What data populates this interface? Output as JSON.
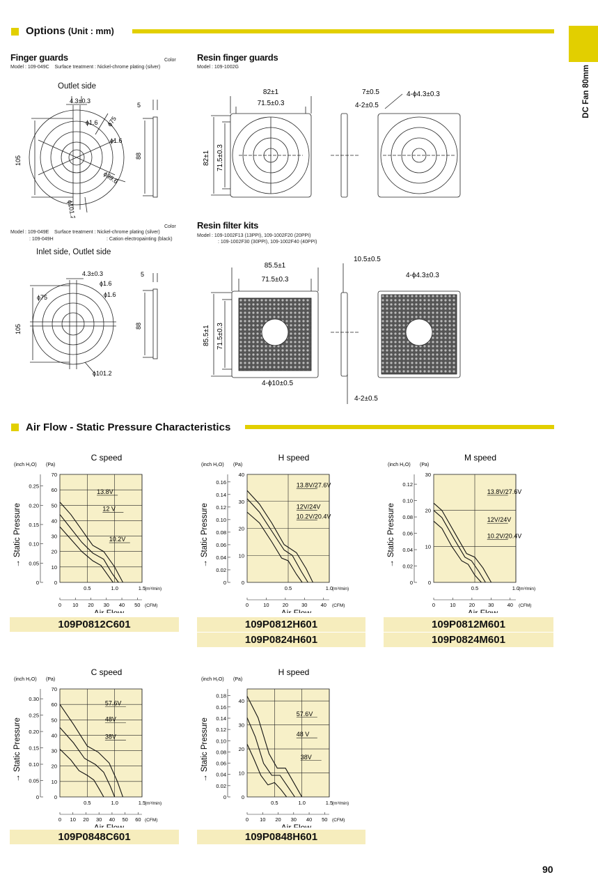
{
  "side_tab": "DC Fan 80mm",
  "page_number": "90",
  "options": {
    "title": "Options",
    "unit": "(Unit : mm)",
    "finger_guards": {
      "title": "Finger guards",
      "color_label": "Color",
      "model1": "Model : 109-049C",
      "surface1": "Surface treatment : Nickel-chrome plating (silver)",
      "outlet_label": "Outlet side",
      "model2a": "Model : 109-049E",
      "model2b": ": 109-049H",
      "surface2a": "Surface treatment : Nickel-chrome plating (silver)",
      "surface2b": ": Cation electropainting (black)",
      "color_label2": "Color",
      "inlet_label": "Inlet side, Outlet side",
      "dims": {
        "d43": "4.3±0.3",
        "d5": "5",
        "d105": "105",
        "d88": "88",
        "phi16": "ϕ1.6",
        "phi75": "ϕ75",
        "phi396": "ϕ39.6",
        "phi1012": "ϕ101.2"
      }
    },
    "resin_finger_guards": {
      "title": "Resin finger guards",
      "model": "Model : 109-1002G",
      "dims": {
        "d82": "82±1",
        "d715": "71.5±0.3",
        "d7": "7±0.5",
        "d42": "4-2±0.5",
        "hole": "4-ϕ4.3±0.3"
      }
    },
    "resin_filter_kits": {
      "title": "Resin filter kits",
      "model_line1": "Model : 109-1002F13 (13PPI),   109-1002F20 (20PPI)",
      "model_line2": ": 109-1002F30 (30PPI),   109-1002F40 (40PPI)",
      "dims": {
        "d855": "85.5±1",
        "d715": "71.5±0.3",
        "d105": "10.5±0.5",
        "hole": "4-ϕ4.3±0.3",
        "hole10": "4-ϕ10±0.5",
        "d42": "4-2±0.5"
      }
    }
  },
  "airflow": {
    "title": "Air Flow - Static Pressure Characteristics",
    "axis_y": "→ Static Pressure",
    "axis_x": "→ Air Flow",
    "unit_inch": "(inch H₂O)",
    "unit_pa": "(Pa)",
    "unit_m3": "(m³/min)",
    "unit_cfm": "(CFM)",
    "models": {
      "c12": "109P0812C601",
      "h12": "109P0812H601",
      "h24": "109P0824H601",
      "m12": "109P0812M601",
      "m24": "109P0824M601",
      "c48": "109P0848C601",
      "h48": "109P0848H601"
    }
  },
  "chart_data": [
    {
      "type": "line",
      "title": "C speed",
      "xlabel": "→ Air Flow",
      "ylabel": "→ Static Pressure",
      "xlim": [
        0,
        1.5
      ],
      "ylim": [
        0,
        70
      ],
      "y_ticks_pa": [
        0,
        10,
        20,
        30,
        40,
        50,
        60,
        70
      ],
      "y_ticks_inch": [
        "0",
        "0.05",
        "0.10",
        "0.15",
        "0.20",
        "0.25"
      ],
      "x_ticks_m3": [
        "0.5",
        "1.0",
        "1.5"
      ],
      "x_ticks_cfm": [
        "0",
        "10",
        "20",
        "30",
        "40",
        "50"
      ],
      "series": [
        {
          "name": "13.8V",
          "x": [
            0,
            0.2,
            0.4,
            0.6,
            0.8,
            1.0,
            1.15
          ],
          "y": [
            52,
            44,
            34,
            24,
            20,
            10,
            0
          ]
        },
        {
          "name": "12 V",
          "x": [
            0,
            0.2,
            0.4,
            0.6,
            0.8,
            0.95,
            1.07
          ],
          "y": [
            44,
            35,
            26,
            19,
            15,
            6,
            0
          ]
        },
        {
          "name": "10.2V",
          "x": [
            0,
            0.2,
            0.4,
            0.6,
            0.75,
            0.87,
            0.97
          ],
          "y": [
            36,
            28,
            20,
            14,
            11,
            5,
            0
          ]
        }
      ]
    },
    {
      "type": "line",
      "title": "H speed",
      "xlabel": "→ Air Flow",
      "ylabel": "→ Static Pressure",
      "xlim": [
        0,
        1.0
      ],
      "ylim": [
        0,
        40
      ],
      "y_ticks_pa": [
        0,
        10,
        20,
        30,
        40
      ],
      "y_ticks_inch": [
        "0",
        "0.02",
        "0.04",
        "0.06",
        "0.08",
        "0.10",
        "0.12",
        "0.14",
        "0.16"
      ],
      "x_ticks_m3": [
        "0.5",
        "1.0"
      ],
      "x_ticks_cfm": [
        "0",
        "10",
        "20",
        "30",
        "40"
      ],
      "series": [
        {
          "name": "13.8V/27.6V",
          "x": [
            0,
            0.15,
            0.3,
            0.45,
            0.6,
            0.72,
            0.8
          ],
          "y": [
            34,
            29,
            22,
            14,
            11,
            5,
            0
          ]
        },
        {
          "name": "12V/24V",
          "x": [
            0,
            0.15,
            0.3,
            0.45,
            0.55,
            0.66,
            0.74
          ],
          "y": [
            31,
            26,
            19,
            12,
            10,
            4,
            0
          ]
        },
        {
          "name": "10.2V/20.4V",
          "x": [
            0,
            0.15,
            0.3,
            0.42,
            0.5,
            0.6,
            0.67
          ],
          "y": [
            26,
            22,
            15,
            9,
            8,
            3,
            0
          ]
        }
      ]
    },
    {
      "type": "line",
      "title": "M speed",
      "xlabel": "→ Air Flow",
      "ylabel": "→ Static Pressure",
      "xlim": [
        0,
        1.0
      ],
      "ylim": [
        0,
        30
      ],
      "y_ticks_pa": [
        0,
        10,
        20,
        30
      ],
      "y_ticks_inch": [
        "0",
        "0.02",
        "0.04",
        "0.06",
        "0.08",
        "0.10",
        "0.12"
      ],
      "x_ticks_m3": [
        "0.5",
        "1.0"
      ],
      "x_ticks_cfm": [
        "0",
        "10",
        "20",
        "30",
        "40"
      ],
      "series": [
        {
          "name": "13.8V/27.6V",
          "x": [
            0,
            0.1,
            0.25,
            0.4,
            0.5,
            0.6,
            0.7
          ],
          "y": [
            22,
            20,
            14,
            8,
            7,
            4,
            0
          ]
        },
        {
          "name": "12V/24V",
          "x": [
            0,
            0.1,
            0.25,
            0.38,
            0.46,
            0.55,
            0.63
          ],
          "y": [
            20,
            18,
            12,
            7,
            6,
            3,
            0
          ]
        },
        {
          "name": "10.2V/20.4V",
          "x": [
            0,
            0.1,
            0.22,
            0.34,
            0.42,
            0.5,
            0.58
          ],
          "y": [
            17,
            15,
            10,
            6,
            5,
            2,
            0
          ]
        }
      ]
    },
    {
      "type": "line",
      "title": "C speed",
      "xlabel": "→ Air Flow",
      "ylabel": "→ Static Pressure",
      "xlim": [
        0,
        1.5
      ],
      "ylim": [
        0,
        70
      ],
      "y_ticks_pa": [
        0,
        10,
        20,
        30,
        40,
        50,
        60,
        70
      ],
      "y_ticks_inch": [
        "0",
        "0.05",
        "0.10",
        "0.15",
        "0.20",
        "0.25",
        "0.30"
      ],
      "x_ticks_m3": [
        "0.5",
        "1.0",
        "1.5"
      ],
      "x_ticks_cfm": [
        "0",
        "10",
        "20",
        "30",
        "40",
        "50",
        "60"
      ],
      "series": [
        {
          "name": "57.6V",
          "x": [
            0,
            0.25,
            0.5,
            0.7,
            0.9,
            1.05,
            1.15
          ],
          "y": [
            60,
            47,
            33,
            29,
            22,
            10,
            0
          ]
        },
        {
          "name": "48V",
          "x": [
            0,
            0.25,
            0.45,
            0.65,
            0.8,
            0.92,
            1.0
          ],
          "y": [
            45,
            35,
            25,
            21,
            16,
            7,
            0
          ]
        },
        {
          "name": "38V",
          "x": [
            0,
            0.2,
            0.35,
            0.5,
            0.62,
            0.72,
            0.8
          ],
          "y": [
            31,
            24,
            17,
            14,
            11,
            5,
            0
          ]
        }
      ]
    },
    {
      "type": "line",
      "title": "H speed",
      "xlabel": "→ Air Flow",
      "ylabel": "→ Static Pressure",
      "xlim": [
        0,
        1.5
      ],
      "ylim": [
        0,
        45
      ],
      "y_ticks_pa": [
        0,
        10,
        20,
        30,
        40
      ],
      "y_ticks_inch": [
        "0",
        "0.02",
        "0.04",
        "0.06",
        "0.08",
        "0.10",
        "0.12",
        "0.14",
        "0.16",
        "0.18"
      ],
      "x_ticks_m3": [
        "0.5",
        "1.0",
        "1.5"
      ],
      "x_ticks_cfm": [
        "0",
        "10",
        "20",
        "30",
        "40",
        "50"
      ],
      "series": [
        {
          "name": "57.6V",
          "x": [
            0,
            0.2,
            0.4,
            0.55,
            0.7,
            0.85,
            1.0
          ],
          "y": [
            42,
            33,
            18,
            12,
            12,
            6,
            0
          ]
        },
        {
          "name": "48 V",
          "x": [
            0,
            0.15,
            0.3,
            0.45,
            0.6,
            0.75,
            0.87
          ],
          "y": [
            33,
            25,
            14,
            9,
            9,
            4,
            0
          ]
        },
        {
          "name": "38V",
          "x": [
            0,
            0.12,
            0.25,
            0.38,
            0.5,
            0.62,
            0.72
          ],
          "y": [
            22,
            16,
            9,
            5,
            6,
            3,
            0
          ]
        }
      ]
    }
  ]
}
